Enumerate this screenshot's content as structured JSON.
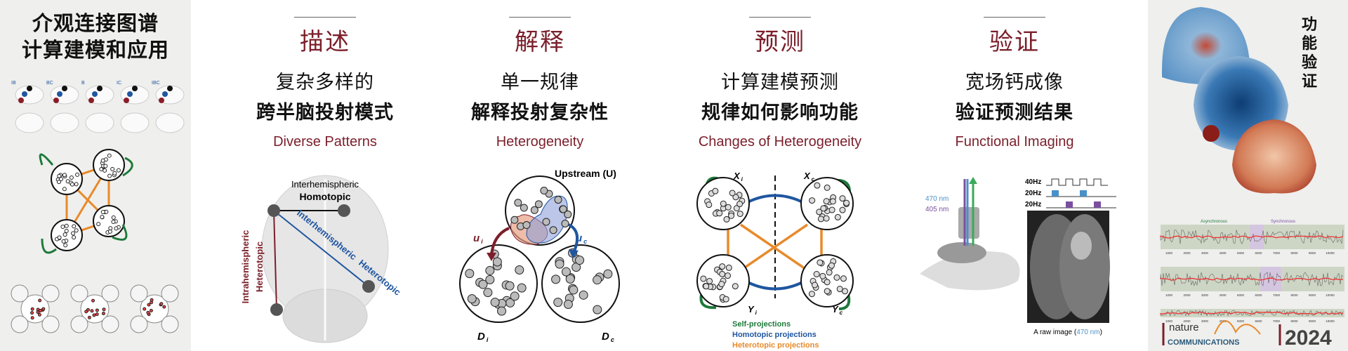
{
  "left_panel": {
    "title_line1": "介观连接图谱",
    "title_line2": "计算建模和应用",
    "pattern_labels": [
      "IB",
      "BC",
      "B",
      "IC",
      "IBC"
    ]
  },
  "sections": [
    {
      "heading": "描述",
      "line1": "复杂多样的",
      "line2": "跨半脑投射模式",
      "english": "Diverse Patterns"
    },
    {
      "heading": "解释",
      "line1": "单一规律",
      "line2": "解释投射复杂性",
      "english": "Heterogeneity"
    },
    {
      "heading": "预测",
      "line1": "计算建模预测",
      "line2": "规律如何影响功能",
      "english": "Changes of Heterogeneity"
    },
    {
      "heading": "验证",
      "line1": "宽场钙成像",
      "line2": "验证预测结果",
      "english": "Functional Imaging"
    }
  ],
  "describe_diagram": {
    "top_label1": "Interhemispheric",
    "top_label2": "Homotopic",
    "left_label1": "Intrahemispheric",
    "left_label2": "Heterotopic",
    "right_label1": "Interhemispheric",
    "right_label2": "Heterotopic"
  },
  "explain_diagram": {
    "upstream": "Upstream (U)",
    "u_i": "u",
    "u_i_sub": "i",
    "u_c": "u",
    "u_c_sub": "c",
    "d_i": "D",
    "d_i_sub": "i",
    "d_c": "D",
    "d_c_sub": "c"
  },
  "predict_diagram": {
    "xi": "X",
    "xi_sub": "i",
    "xc": "X",
    "xc_sub": "c",
    "yi": "Y",
    "yi_sub": "i",
    "yc": "Y",
    "yc_sub": "c",
    "legend": [
      {
        "label": "Self-projections",
        "color": "#1e7a3a"
      },
      {
        "label": "Homotopic projections",
        "color": "#1f56a0"
      },
      {
        "label": "Heterotopic projections",
        "color": "#e88a2a"
      }
    ]
  },
  "imaging": {
    "wl1": "470 nm",
    "wl2": "405 nm",
    "hz": [
      "40Hz",
      "20Hz",
      "20Hz"
    ],
    "caption_pre": "A raw image (",
    "caption_wl": "470 nm",
    "caption_post": ")"
  },
  "right_panel": {
    "vertical_title": [
      "功",
      "能",
      "验",
      "证"
    ],
    "trace_labels": {
      "async": "Asynchronous",
      "sync": "Synchronous"
    },
    "x_ticks": [
      "1000",
      "2000",
      "3000",
      "4000",
      "5000",
      "6000",
      "7000",
      "8000",
      "9000",
      "10000"
    ],
    "journal_top": "nature",
    "journal_bottom": "COMMUNICATIONS",
    "year": "2024"
  },
  "colors": {
    "accent": "#7b1f2b",
    "blue": "#1f56a0",
    "green": "#1e7a3a",
    "orange": "#e88a2a",
    "purple": "#7a4fa0"
  }
}
